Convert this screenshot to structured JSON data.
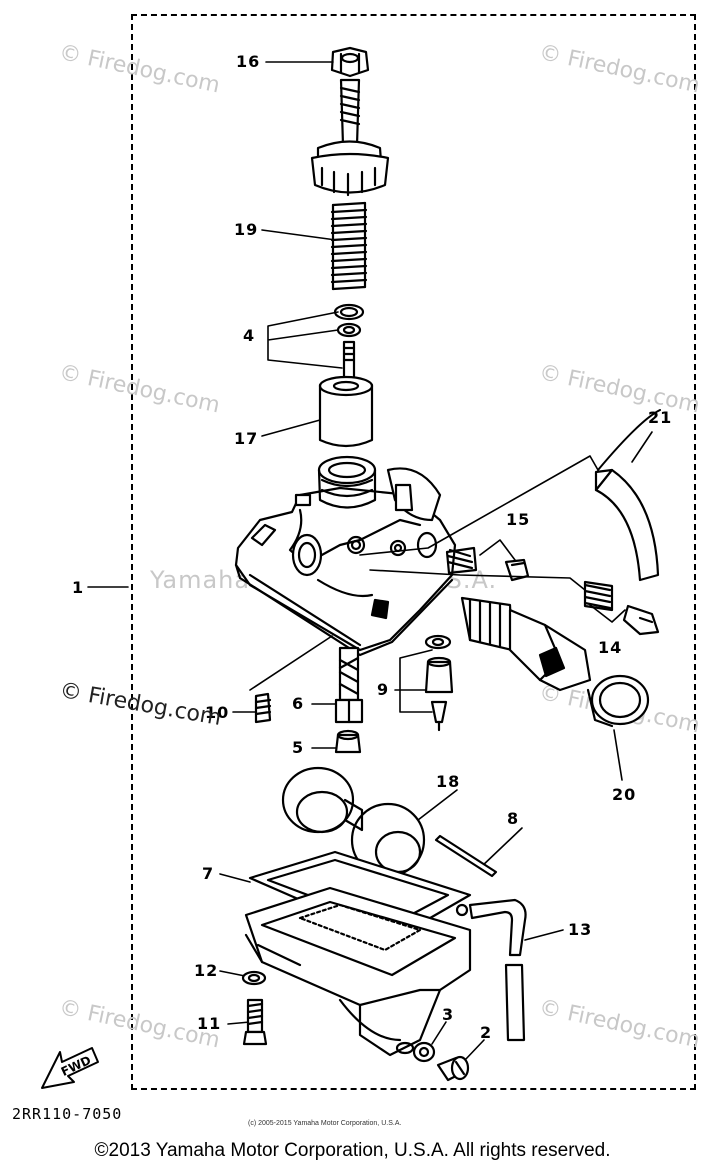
{
  "callouts": {
    "c1": "1",
    "c2": "2",
    "c3": "3",
    "c4": "4",
    "c5": "5",
    "c6": "6",
    "c7": "7",
    "c8": "8",
    "c9": "9",
    "c10": "10",
    "c11": "11",
    "c12": "12",
    "c13": "13",
    "c14": "14",
    "c15": "15",
    "c16": "16",
    "c17": "17",
    "c18": "18",
    "c19": "19",
    "c20": "20",
    "c21": "21"
  },
  "watermarks": {
    "firedog": "© Firedog.com",
    "center": "Yamaha Motor Corp. U.S.A.",
    "dark": "© Firedog.com"
  },
  "fwd_label": "FWD",
  "part_number": "2RR110-7050",
  "small_copyright": "(c) 2005-2015 Yamaha Motor Corporation, U.S.A.",
  "footer_copyright": "©2013 Yamaha Motor Corporation, U.S.A. All rights reserved."
}
